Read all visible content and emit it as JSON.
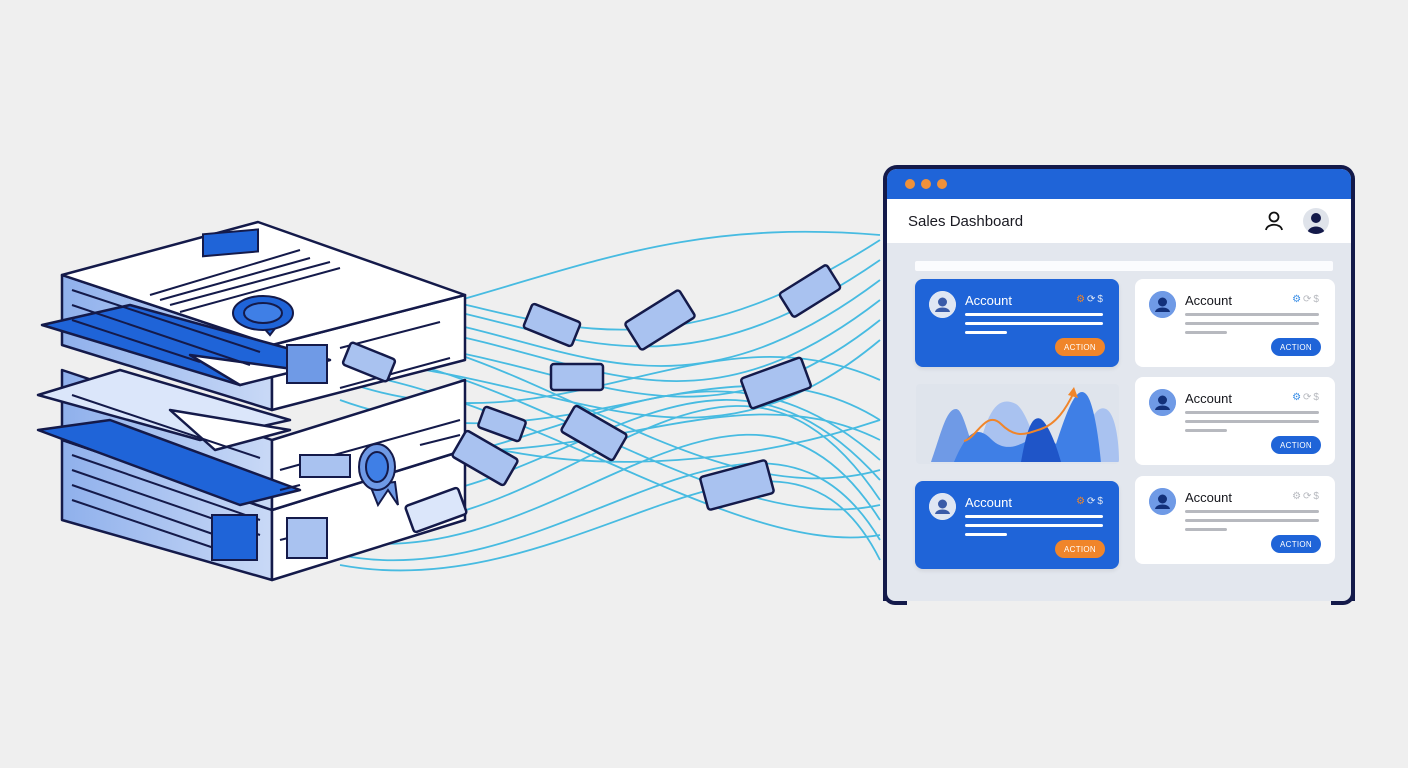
{
  "illustration": {
    "theme": "documents-to-dashboard data flow",
    "colors": {
      "background": "#efefef",
      "ink": "#141a4a",
      "primary_blue": "#1f64d8",
      "light_blue": "#a9c2f0",
      "flow_cyan": "#35b6e0",
      "accent_orange": "#f0852a"
    },
    "document_stack": {
      "icon": "document-stack-icon",
      "seals": 2
    },
    "flying_cards_count": 11
  },
  "dashboard": {
    "window_dots": [
      "#f0913a",
      "#f0913a",
      "#f0913a"
    ],
    "title": "Sales Dashboard",
    "header_icons": [
      "user-icon",
      "avatar"
    ],
    "cards": [
      {
        "variant": "primary",
        "title": "Account",
        "icons": "gear-icon link-icon dollar-icon",
        "button": "ACTION"
      },
      {
        "variant": "secondary",
        "title": "Account",
        "icons": "gear-icon link-icon dollar-icon",
        "button": "ACTION"
      },
      {
        "variant": "secondary",
        "title": "Account",
        "icons": "gear-icon link-icon dollar-icon",
        "button": "ACTION"
      },
      {
        "variant": "primary",
        "title": "Account",
        "icons": "gear-icon link-icon dollar-icon",
        "button": "ACTION"
      },
      {
        "variant": "secondary",
        "title": "Account",
        "icons": "gear-icon link-icon dollar-icon",
        "button": "ACTION"
      }
    ],
    "chart": {
      "type": "area",
      "trend": "up",
      "trend_color": "#f0852a"
    }
  }
}
